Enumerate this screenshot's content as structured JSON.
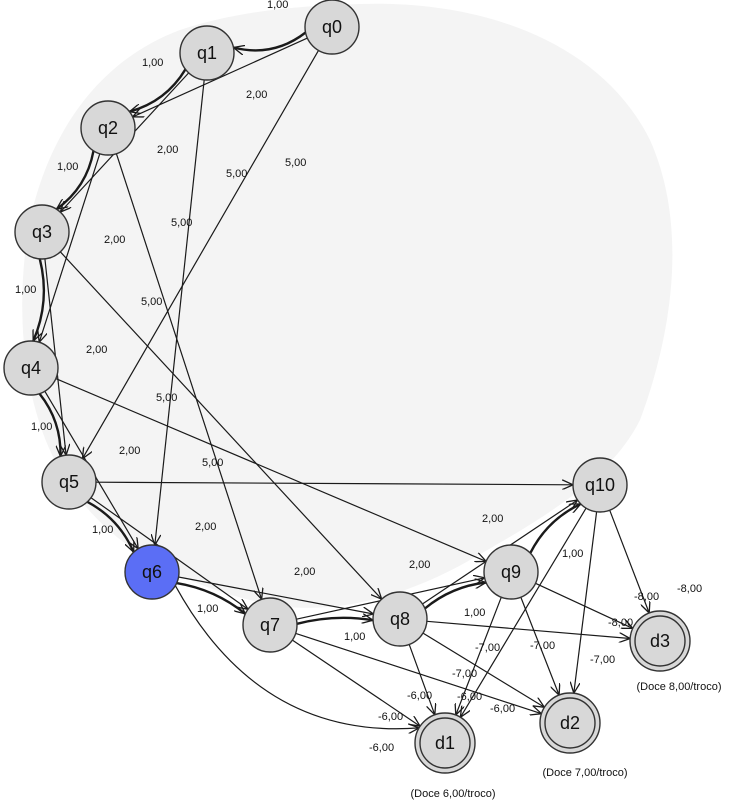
{
  "colors": {
    "node_fill": "#d8d8d8",
    "active_node_fill": "#5b6ef5",
    "background_blob": "#f4f4f4",
    "edge": "#1a1a1a"
  },
  "nodes": {
    "q0": {
      "label": "q0"
    },
    "q1": {
      "label": "q1"
    },
    "q2": {
      "label": "q2"
    },
    "q3": {
      "label": "q3"
    },
    "q4": {
      "label": "q4"
    },
    "q5": {
      "label": "q5"
    },
    "q6": {
      "label": "q6",
      "active": true
    },
    "q7": {
      "label": "q7"
    },
    "q8": {
      "label": "q8"
    },
    "q9": {
      "label": "q9"
    },
    "q10": {
      "label": "q10"
    },
    "d1": {
      "label": "d1",
      "final": true,
      "caption": "(Doce 6,00/troco)"
    },
    "d2": {
      "label": "d2",
      "final": true,
      "caption": "(Doce 7,00/troco)"
    },
    "d3": {
      "label": "d3",
      "final": true,
      "caption": "(Doce 8,00/troco)"
    }
  },
  "edges": [
    {
      "from": "q0",
      "to": "q1",
      "label": "1,00"
    },
    {
      "from": "q1",
      "to": "q2",
      "label": "1,00"
    },
    {
      "from": "q2",
      "to": "q3",
      "label": "1,00"
    },
    {
      "from": "q3",
      "to": "q4",
      "label": "1,00"
    },
    {
      "from": "q4",
      "to": "q5",
      "label": "1,00"
    },
    {
      "from": "q5",
      "to": "q6",
      "label": "1,00"
    },
    {
      "from": "q6",
      "to": "q7",
      "label": "1,00"
    },
    {
      "from": "q7",
      "to": "q8",
      "label": "1,00"
    },
    {
      "from": "q8",
      "to": "q9",
      "label": "1,00"
    },
    {
      "from": "q9",
      "to": "q10",
      "label": "1,00"
    },
    {
      "from": "q0",
      "to": "q2",
      "label": "2,00"
    },
    {
      "from": "q1",
      "to": "q3",
      "label": "2,00"
    },
    {
      "from": "q2",
      "to": "q4",
      "label": "2,00"
    },
    {
      "from": "q3",
      "to": "q5",
      "label": "2,00"
    },
    {
      "from": "q4",
      "to": "q6",
      "label": "2,00"
    },
    {
      "from": "q5",
      "to": "q7",
      "label": "2,00"
    },
    {
      "from": "q6",
      "to": "q8",
      "label": "2,00"
    },
    {
      "from": "q7",
      "to": "q9",
      "label": "2,00"
    },
    {
      "from": "q8",
      "to": "q10",
      "label": "2,00"
    },
    {
      "from": "q0",
      "to": "q5",
      "label": "5,00"
    },
    {
      "from": "q1",
      "to": "q6",
      "label": "5,00"
    },
    {
      "from": "q2",
      "to": "q7",
      "label": "5,00"
    },
    {
      "from": "q3",
      "to": "q8",
      "label": "5,00"
    },
    {
      "from": "q4",
      "to": "q9",
      "label": "5,00"
    },
    {
      "from": "q5",
      "to": "q10",
      "label": "5,00"
    },
    {
      "from": "q6",
      "to": "d1",
      "label": "-6,00"
    },
    {
      "from": "q7",
      "to": "d1",
      "label": "-6,00"
    },
    {
      "from": "q8",
      "to": "d1",
      "label": "-6,00"
    },
    {
      "from": "q9",
      "to": "d1",
      "label": "-6,00"
    },
    {
      "from": "q10",
      "to": "d1",
      "label": "-6,00"
    },
    {
      "from": "q7",
      "to": "d2",
      "label": "-7,00"
    },
    {
      "from": "q8",
      "to": "d2",
      "label": "-7,00"
    },
    {
      "from": "q9",
      "to": "d2",
      "label": "-7,00"
    },
    {
      "from": "q10",
      "to": "d2",
      "label": "-7,00"
    },
    {
      "from": "q8",
      "to": "d3",
      "label": "-8,00"
    },
    {
      "from": "q9",
      "to": "d3",
      "label": "-8,00"
    },
    {
      "from": "q10",
      "to": "d3",
      "label": "-8,00"
    }
  ]
}
